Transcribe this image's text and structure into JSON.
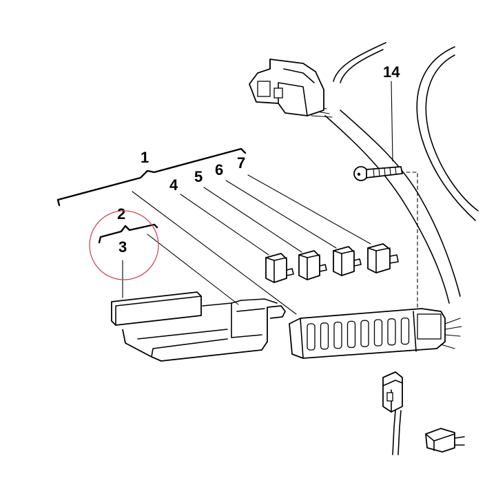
{
  "diagram": {
    "callouts": {
      "c1": "1",
      "c2": "2",
      "c3": "3",
      "c4": "4",
      "c5": "5",
      "c6": "6",
      "c7": "7",
      "c14": "14"
    },
    "highlight_color": "#d04a55"
  }
}
